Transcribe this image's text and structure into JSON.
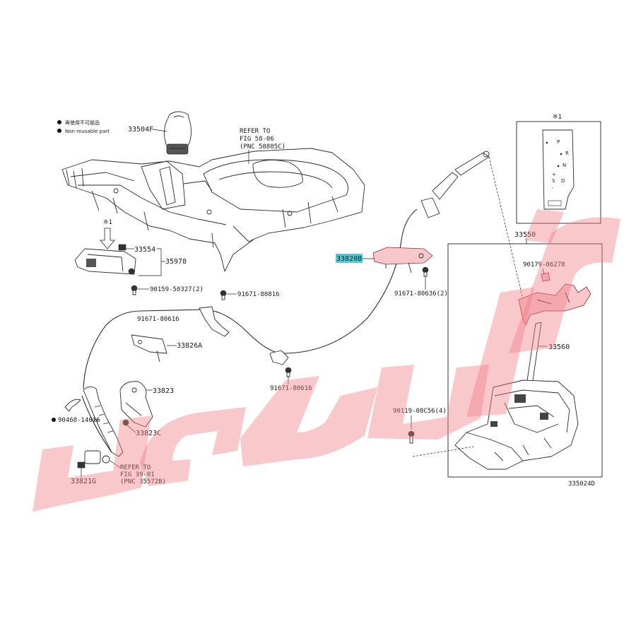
{
  "legend": {
    "reusable": "再使用不可部品",
    "non_reusable": "Non reusable part"
  },
  "refer_to_1": {
    "line1": "REFER TO",
    "line2": "FIG 58-06",
    "line3": "(PNC 58805C)"
  },
  "refer_to_2": {
    "line1": "REFER TO",
    "line2": "FIG 39-01",
    "line3": "(PNC 35572B)"
  },
  "star_note": "※1",
  "gate_labels": {
    "p": "P",
    "r": "R",
    "n": "N",
    "plus": "+",
    "s": "S",
    "minus": "-",
    "d": "D"
  },
  "parts": {
    "p33504F": "33504F",
    "p33554": "33554",
    "p35978": "35978",
    "p90159": "90159-50327(2)",
    "p91671a": "91671-80816",
    "p91671b": "91671-80616",
    "p33826A": "33826A",
    "p33823": "33823",
    "p90468": "90468-14016",
    "p33823C": "33823C",
    "p33821G": "33821G",
    "p33820B": "33820B",
    "p91671c": "91671-80636(2)",
    "p91671d": "91671-80616",
    "p33550": "33550",
    "p90179": "90179-06278",
    "p33560": "33560",
    "p90119": "90119-08C56(4)"
  },
  "diagram_code": "335024D",
  "watermark_text": "ملجد",
  "colors": {
    "highlight": "#3fd3e0",
    "watermark": "#f07c84",
    "highlight_part": "#f7c7cb"
  }
}
